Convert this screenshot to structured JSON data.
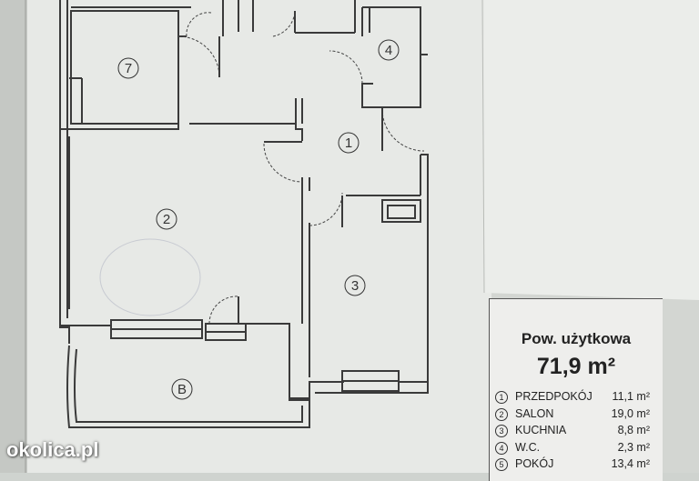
{
  "rooms": [
    {
      "number": "1"
    },
    {
      "number": "2"
    },
    {
      "number": "3"
    },
    {
      "number": "4"
    },
    {
      "number": "7"
    },
    {
      "number": "B"
    }
  ],
  "legend": {
    "title": "Pow. użytkowa",
    "total_area": "71,9 m²",
    "items": [
      {
        "num": "1",
        "name": "PRZEDPOKÓJ",
        "area": "11,1 m²"
      },
      {
        "num": "2",
        "name": "SALON",
        "area": "19,0 m²"
      },
      {
        "num": "3",
        "name": "KUCHNIA",
        "area": "8,8 m²"
      },
      {
        "num": "4",
        "name": "W.C.",
        "area": "2,3 m²"
      },
      {
        "num": "5",
        "name": "POKÓJ",
        "area": "13,4 m²"
      }
    ]
  },
  "watermark": "okolica.pl",
  "colors": {
    "paper": "#e9ebe8",
    "wall": "#3a3a3a",
    "background": "#cfd3cf"
  }
}
